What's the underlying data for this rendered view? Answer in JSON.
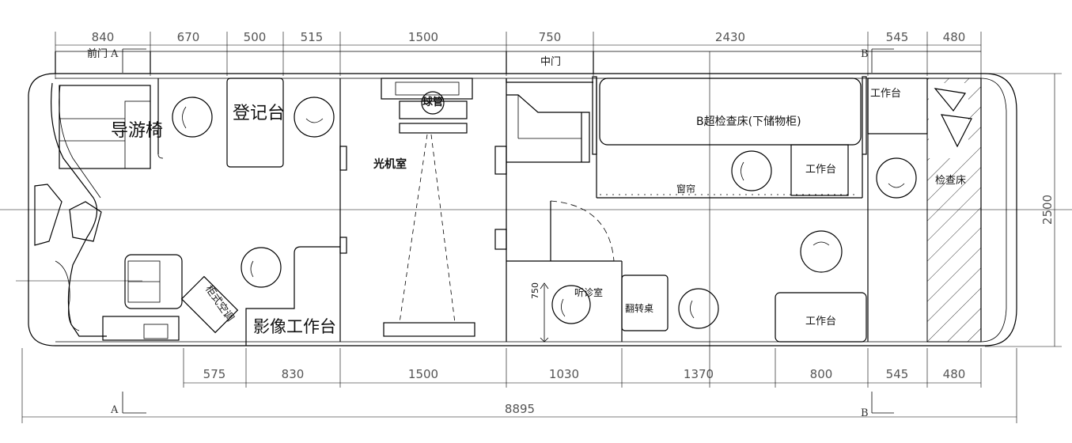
{
  "dimensions": {
    "top": [
      "840",
      "670",
      "500",
      "515",
      "1500",
      "750",
      "2430",
      "545",
      "480"
    ],
    "bottom": [
      "575",
      "830",
      "1500",
      "1030",
      "1370",
      "800",
      "545",
      "480"
    ],
    "total": "8895",
    "right": "2500",
    "door_width": "750"
  },
  "section_marks": {
    "a_top": "A",
    "a_bottom": "A",
    "b_top": "B",
    "b_bottom": "B"
  },
  "doors": {
    "front": "前门",
    "middle": "中门"
  },
  "rooms": {
    "guide_seat": "导游椅",
    "registration_desk": "登记台",
    "xray_room": "光机室",
    "tube": "球管",
    "cabinet_ac": "柜式空调",
    "imaging_desk": "影像工作台",
    "exam_bed_storage": "B超检查床(下储物柜)",
    "workbench_1": "工作台",
    "workbench_2": "工作台",
    "workbench_3": "工作台",
    "window": "窗帘",
    "exam_bed": "检查床",
    "auscultation_room": "听诊室",
    "flip_table": "翻转桌"
  },
  "colors": {
    "line": "#000000",
    "dimension_text": "#555555"
  }
}
